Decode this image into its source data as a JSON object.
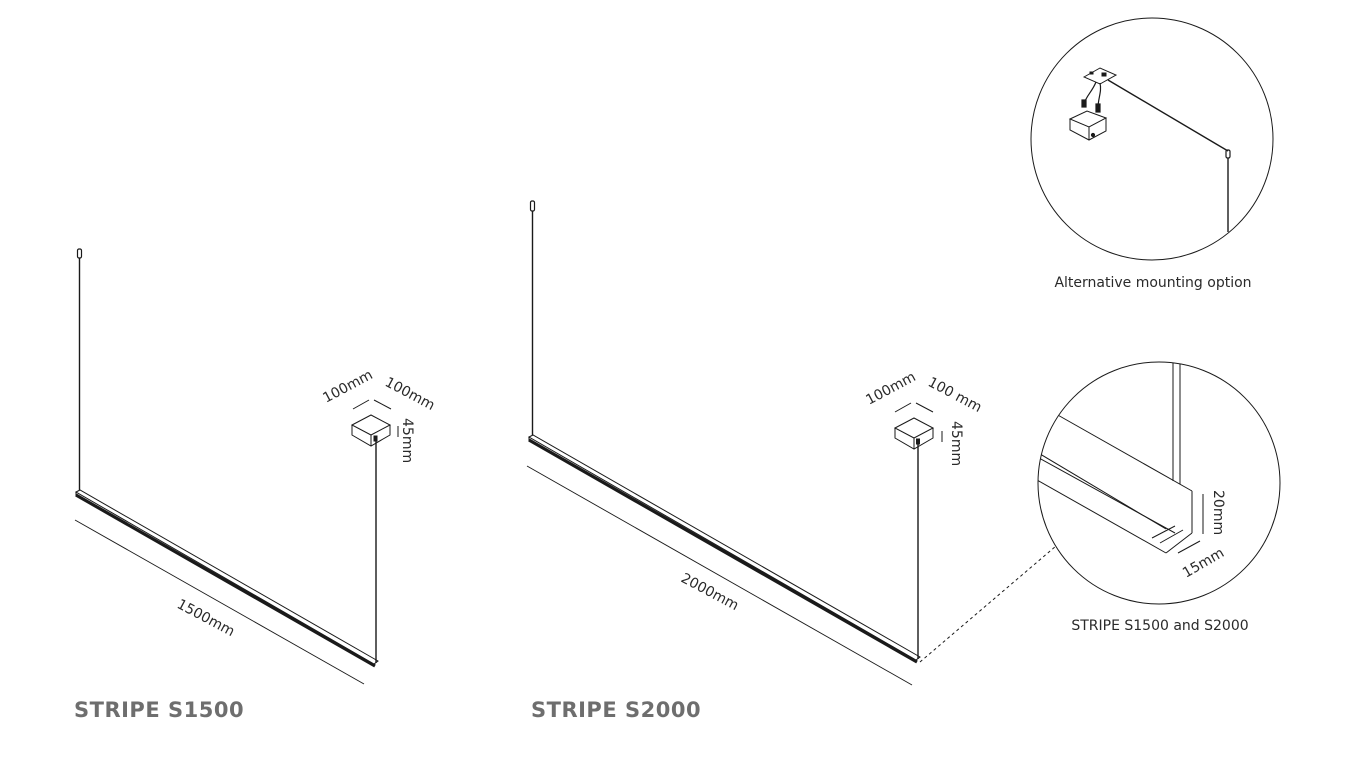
{
  "products": [
    {
      "title": "STRIPE S1500",
      "length_label": "1500mm",
      "canopy_width_label": "100mm",
      "canopy_depth_label": "100mm",
      "canopy_height_label": "45mm"
    },
    {
      "title": "STRIPE S2000",
      "length_label": "2000mm",
      "canopy_width_label": "100mm",
      "canopy_depth_label": "100 mm",
      "canopy_height_label": "45mm"
    }
  ],
  "details": {
    "mounting": {
      "caption": "Alternative mounting option"
    },
    "profile": {
      "caption": "STRIPE S1500 and S2000",
      "height_label": "20mm",
      "width_label": "15mm"
    }
  },
  "colors": {
    "line": "#1a1a1a",
    "title": "#6e6e6e",
    "text": "#2a2a2a",
    "background": "#ffffff"
  }
}
